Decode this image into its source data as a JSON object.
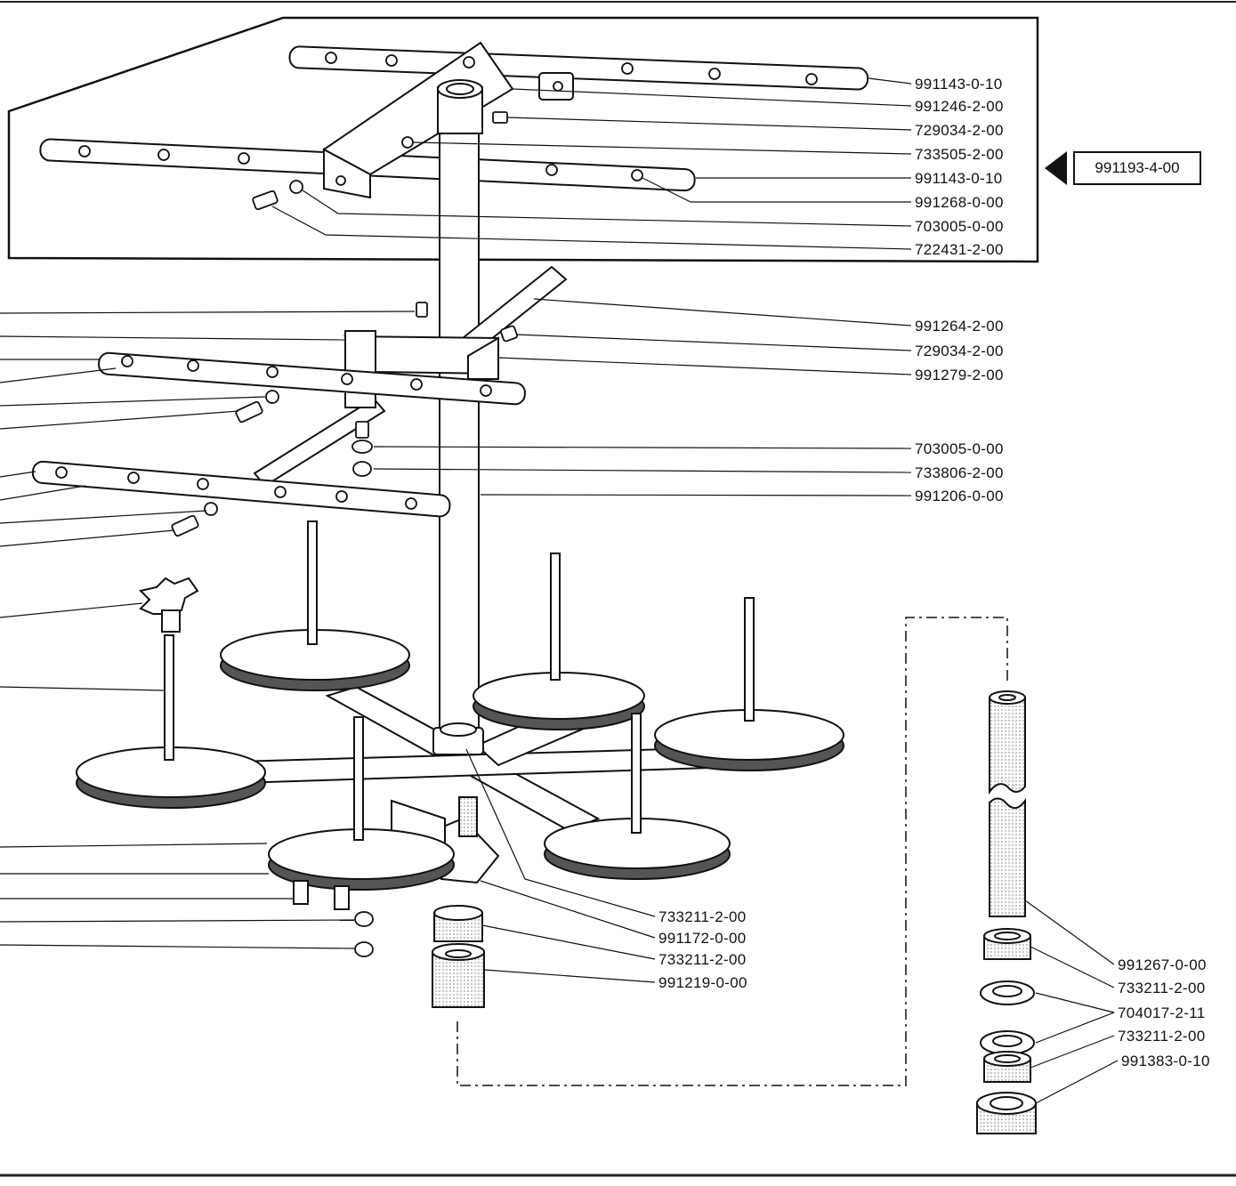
{
  "reference_box": "991193-4-00",
  "labels": [
    "991143-0-10",
    "991246-2-00",
    "729034-2-00",
    "733505-2-00",
    "991143-0-10",
    "991268-0-00",
    "703005-0-00",
    "722431-2-00",
    "991264-2-00",
    "729034-2-00",
    "991279-2-00",
    "703005-0-00",
    "733806-2-00",
    "991206-0-00",
    "733211-2-00",
    "991172-0-00",
    "733211-2-00",
    "991219-0-00",
    "991267-0-00",
    "733211-2-00",
    "704017-2-11",
    "733211-2-00",
    "991383-0-10"
  ]
}
